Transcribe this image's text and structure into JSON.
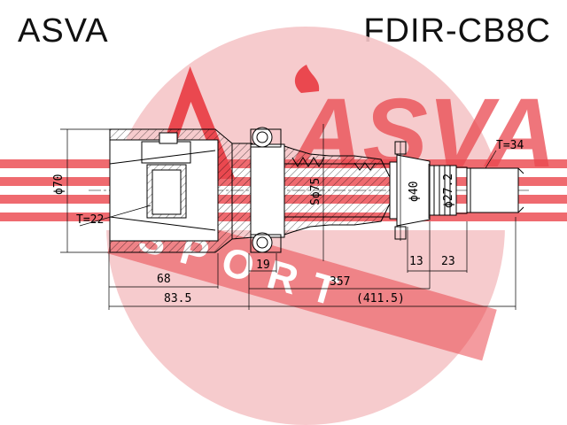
{
  "header": {
    "brand": "ASVA",
    "part_number": "FDIR-CB8C"
  },
  "watermark": {
    "text_top": "ASVA",
    "text_bottom": "SPORT",
    "color": "#e8353c"
  },
  "dimensions": {
    "outer_diameter": "ϕ70",
    "spline_left": "T=22",
    "sphere_diameter": "Sϕ75",
    "shaft_diameter": "ϕ40",
    "spline_diameter": "ϕ27.2",
    "spline_right": "T=34",
    "len_68": "68",
    "len_83_5": "83.5",
    "len_19": "19",
    "len_357": "357",
    "len_411_5": "(411.5)",
    "len_13": "13",
    "len_23": "23"
  }
}
